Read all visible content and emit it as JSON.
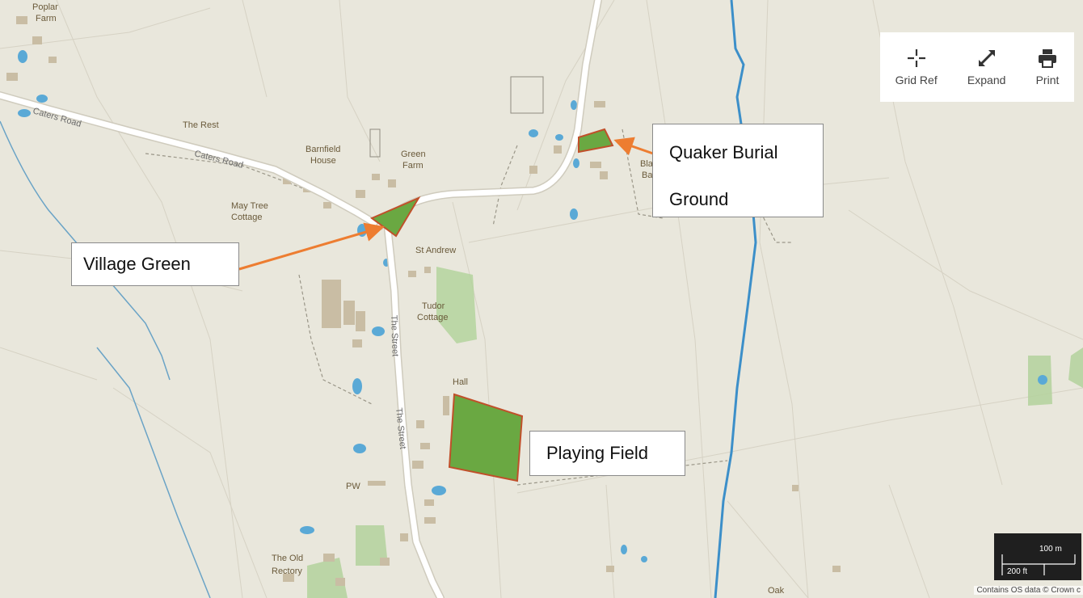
{
  "toolbar": {
    "grid_ref_label": "Grid Ref",
    "expand_label": "Expand",
    "print_label": "Print"
  },
  "callouts": {
    "village_green": "Village Green",
    "quaker_line1": "Quaker Burial",
    "quaker_line2": "Ground",
    "playing_field": "Playing Field"
  },
  "map_labels": {
    "poplar_farm_1": "Poplar",
    "poplar_farm_2": "Farm",
    "the_rest": "The Rest",
    "barnfield_1": "Barnfield",
    "barnfield_2": "House",
    "green_farm_1": "Green",
    "green_farm_2": "Farm",
    "may_tree_1": "May Tree",
    "may_tree_2": "Cottage",
    "st_andrew": "St Andrew",
    "tudor_1": "Tudor",
    "tudor_2": "Cottage",
    "hall": "Hall",
    "pw": "PW",
    "old_rectory_1": "The Old",
    "old_rectory_2": "Rectory",
    "oak": "Oak",
    "black_1": "Black",
    "black_2": "Ba",
    "caters_road_1": "Caters Road",
    "caters_road_2": "Caters Road",
    "the_street_1": "The Street",
    "the_street_2": "The Street"
  },
  "scale": {
    "metric": "100 m",
    "imperial": "200 ft"
  },
  "attribution": "Contains OS data © Crown c",
  "colors": {
    "map_bg": "#e9e7dc",
    "road": "#ffffff",
    "road_casing": "#cfcbbd",
    "water": "#5aa9d6",
    "stream": "#3c8fc9",
    "building": "#c9bda4",
    "highlight_fill": "#6aa842",
    "highlight_border": "#c0502a",
    "arrow": "#ed7d31",
    "woodland": "#a9cf91"
  }
}
